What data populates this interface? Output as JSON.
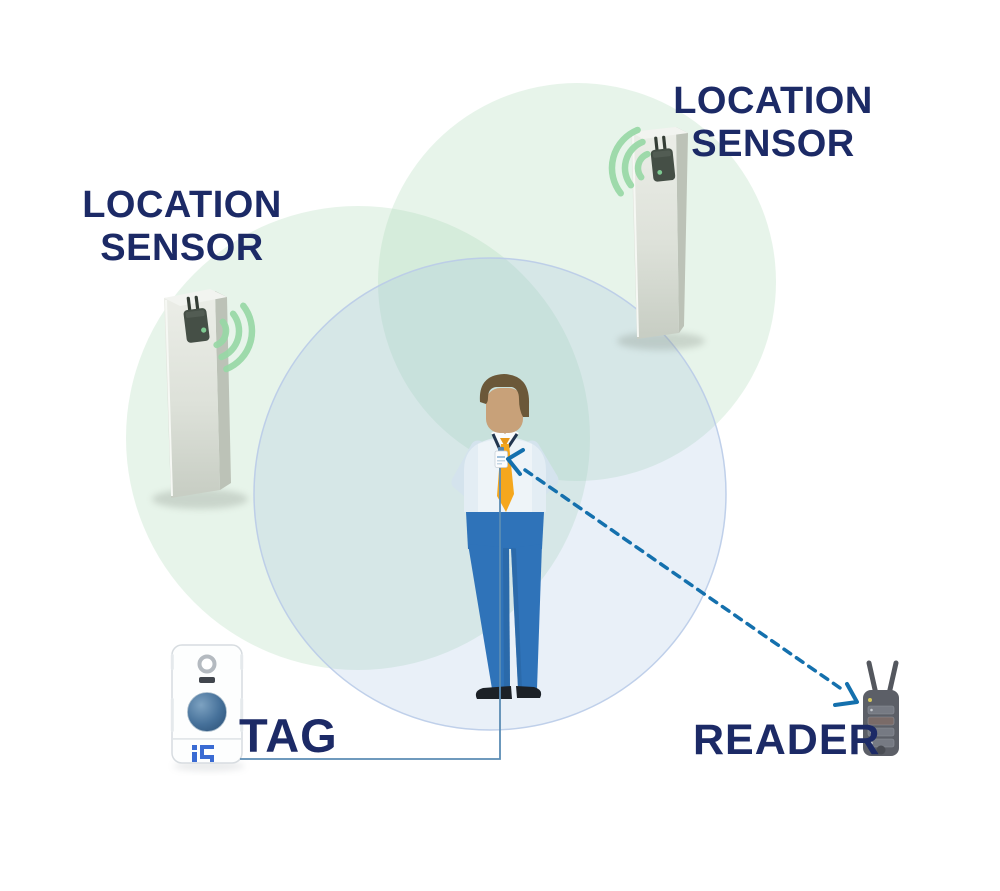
{
  "diagram": {
    "background": "#ffffff",
    "text_color": "#1c2a66",
    "sensors": [
      {
        "id": "left",
        "line1": "LOCATION",
        "line2": "SENSOR"
      },
      {
        "id": "right",
        "line1": "LOCATION",
        "line2": "SENSOR"
      }
    ],
    "tag": {
      "label": "TAG"
    },
    "reader": {
      "label": "READER"
    },
    "icons": {
      "wifi_signal_left": "green radio arcs emitting right from pillar antenna",
      "wifi_signal_right": "green radio arcs emitting left from pillar antenna",
      "pillar_left": "gray floor-stand location sensor pillar",
      "pillar_right": "gray floor-stand location sensor pillar",
      "badge_tag_on_person": "white badge tag on lanyard",
      "tag_device": "white RTLS tag with blue button and logo",
      "reader_device": "dark handheld reader with two antennas",
      "dashed_signal_arrow": "double-headed dashed arrow between badge and reader"
    },
    "colors": {
      "signal_arcs_green": "#98d8a6",
      "range_circle_green": "#e7f3e9",
      "range_circle_blue": "#edf2fa",
      "dashed_arrow_blue": "#1470ad",
      "connector_line_blue": "#5b8cb4",
      "pillar_gray": "#d9ded6",
      "sensor_box": "#454f46",
      "tag_button_blue": "#3e6b94",
      "tag_logo_blue": "#3a6bd3",
      "reader_body_gray": "#5c5f67",
      "person_shirt": "#e3edf4",
      "person_tie_orange": "#f5a71d",
      "person_pants_blue": "#2f73b9",
      "person_skin": "#c8a179",
      "person_hair": "#6b5839"
    }
  }
}
